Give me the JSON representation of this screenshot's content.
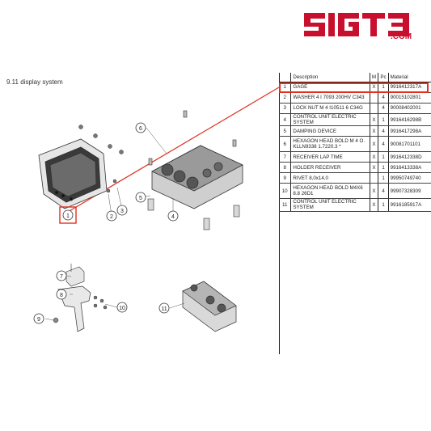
{
  "logo": {
    "text": "SIGT3",
    "sub": ".COM",
    "color": "#c8102e"
  },
  "section": {
    "title": "9.11  display system"
  },
  "table": {
    "headers": {
      "no": "",
      "description": "Description",
      "m": "M",
      "pc": "Pc",
      "material": "Material"
    },
    "rows": [
      {
        "no": "1",
        "description": "GAGE",
        "m": "X",
        "pc": "1",
        "material": "9916412317A"
      },
      {
        "no": "2",
        "description": "WASHER 4 I 7093 200HV C343",
        "m": "",
        "pc": "4",
        "material": "90015102801"
      },
      {
        "no": "3",
        "description": "LOCK NUT M 4 I10511 6 C34G",
        "m": "",
        "pc": "4",
        "material": "90008402001"
      },
      {
        "no": "4",
        "description": "CONTROL UNIT ELECTRIC SYSTEM",
        "m": "X",
        "pc": "1",
        "material": "9916416298B"
      },
      {
        "no": "5",
        "description": "DAMPING DEVICE",
        "m": "X",
        "pc": "4",
        "material": "9916417298A"
      },
      {
        "no": "6",
        "description": "HEXAGON HEAD BOLD M 4 O. KLLN9338 1.7220.3 *",
        "m": "X",
        "pc": "4",
        "material": "90081701101"
      },
      {
        "no": "7",
        "description": "RECEIVER LAP TIME",
        "m": "X",
        "pc": "1",
        "material": "9916412338D"
      },
      {
        "no": "8",
        "description": "HOLDER RECEIVER",
        "m": "X",
        "pc": "1",
        "material": "9916413338A"
      },
      {
        "no": "9",
        "description": "RIVET 8,0x14,0",
        "m": "",
        "pc": "1",
        "material": "99950749740"
      },
      {
        "no": "10",
        "description": "HEXAGON HEAD BOLD M4X6 8.8 26D1",
        "m": "X",
        "pc": "4",
        "material": "99907328309"
      },
      {
        "no": "11",
        "description": "CONTROL UNIT ELECTRIC SYSTEM",
        "m": "X",
        "pc": "1",
        "material": "9916185917A"
      }
    ]
  },
  "callouts": [
    "1",
    "2",
    "3",
    "4",
    "5",
    "6",
    "7",
    "8",
    "9",
    "10",
    "11"
  ],
  "colors": {
    "highlight": "#e03020",
    "line": "#222222"
  }
}
